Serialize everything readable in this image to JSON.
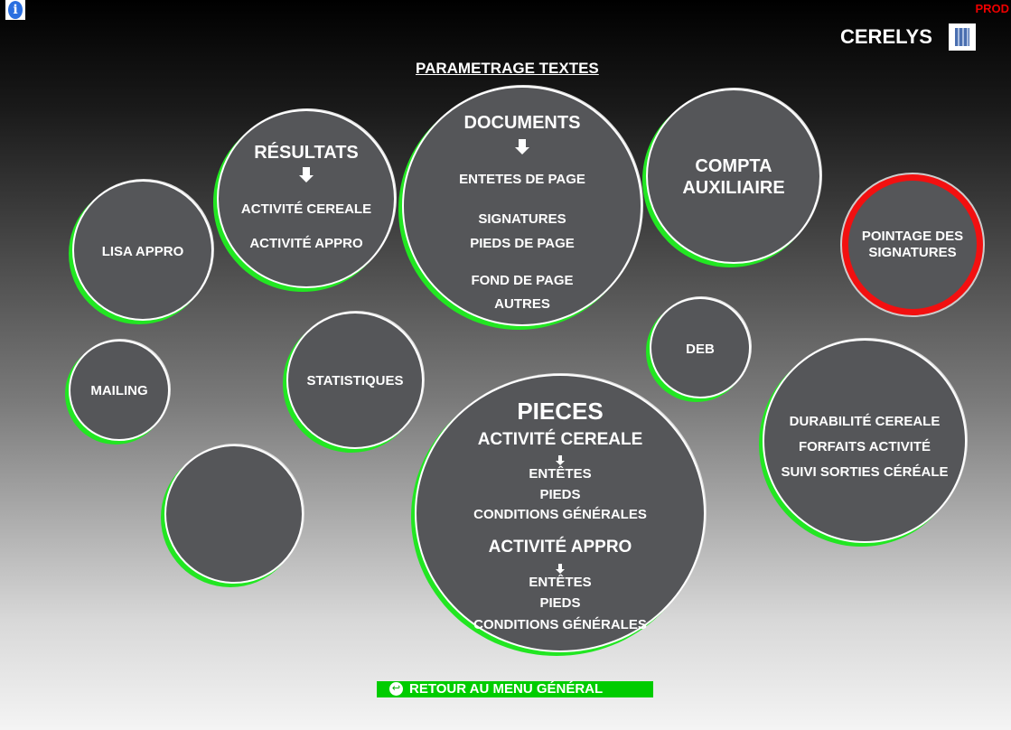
{
  "header": {
    "env": "PROD",
    "brand": "CERELYS",
    "title": "PARAMETRAGE TEXTES"
  },
  "colors": {
    "ring": "#22e622",
    "alert_ring": "#f21010",
    "bubble": "#555659",
    "back_button": "#00cc00"
  },
  "bubbles": {
    "lisa": "LISA APPRO",
    "resultats": {
      "title": "RÉSULTATS",
      "items": [
        "ACTIVITÉ CEREALE",
        "ACTIVITÉ APPRO"
      ]
    },
    "documents": {
      "title": "DOCUMENTS",
      "items": [
        "ENTETES DE PAGE",
        "SIGNATURES",
        "PIEDS DE PAGE",
        "FOND DE PAGE",
        "AUTRES"
      ]
    },
    "compta": [
      "COMPTA",
      "AUXILIAIRE"
    ],
    "pointage": [
      "POINTAGE DES",
      "SIGNATURES"
    ],
    "mailing": "MAILING",
    "statistiques": "STATISTIQUES",
    "deb": "DEB",
    "durabilite": [
      "DURABILITÉ CEREALE",
      "FORFAITS ACTIVITÉ",
      "SUIVI SORTIES CÉRÉALE"
    ],
    "pieces": {
      "title": "PIECES",
      "cereale": {
        "title": "ACTIVITÉ CEREALE",
        "items": [
          "ENTÊTES",
          "PIEDS",
          "CONDITIONS GÉNÉRALES"
        ]
      },
      "appro": {
        "title": "ACTIVITÉ APPRO",
        "items": [
          "ENTÊTES",
          "PIEDS",
          "CONDITIONS GÉNÉRALES"
        ]
      }
    }
  },
  "footer": {
    "back_label": "RETOUR AU MENU GÉNÉRAL"
  }
}
